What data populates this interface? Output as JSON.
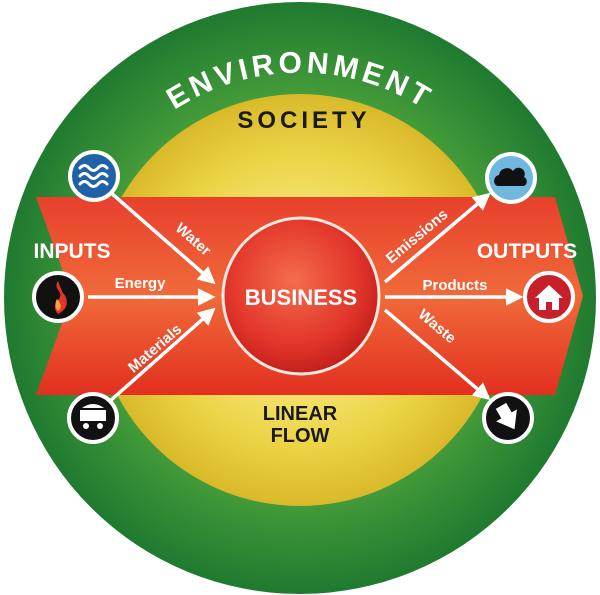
{
  "environment": {
    "label": "ENVIRONMENT"
  },
  "society": {
    "label": "SOCIETY"
  },
  "business": {
    "label": "BUSINESS"
  },
  "linear_flow": {
    "line1": "LINEAR",
    "line2": "FLOW"
  },
  "inputs": {
    "label": "INPUTS",
    "water": "Water",
    "energy": "Energy",
    "materials": "Materials"
  },
  "outputs": {
    "label": "OUTPUTS",
    "emissions": "Emissions",
    "products": "Products",
    "waste": "Waste"
  },
  "icons": {
    "water": "water-waves-icon",
    "energy": "flame-icon",
    "materials": "mine-cart-icon",
    "emissions": "cloud-icon",
    "products": "house-icon",
    "waste": "down-arrow-icon"
  },
  "colors": {
    "environment": "#2e8a34",
    "society": "#e3c52c",
    "flow": "#e63323",
    "business": "#e2352a",
    "input_icon": "#1f62a8",
    "energy_icon": "#111111",
    "products_icon": "#c8202a",
    "emissions_icon": "#6fb8e0"
  }
}
